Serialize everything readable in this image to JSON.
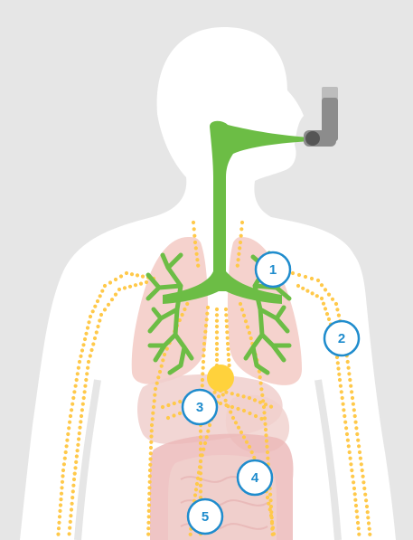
{
  "colors": {
    "background": "#e6e6e6",
    "body": "#ffffff",
    "airway": "#6cbd45",
    "lungs": "#f5d2cd",
    "organs": "#f0cfcc",
    "intestine": "#ebb7b7",
    "heart": "#ffd23c",
    "circulation_dots": "#ffc94a",
    "marker_ring": "#1f8ccd",
    "marker_fill": "#ffffff",
    "inhaler": "#8c8c8c"
  },
  "icons": {
    "inhaler": "inhaler-icon",
    "heart": "heart-icon"
  },
  "markers": [
    {
      "label": "1"
    },
    {
      "label": "2"
    },
    {
      "label": "3"
    },
    {
      "label": "4"
    },
    {
      "label": "5"
    }
  ]
}
